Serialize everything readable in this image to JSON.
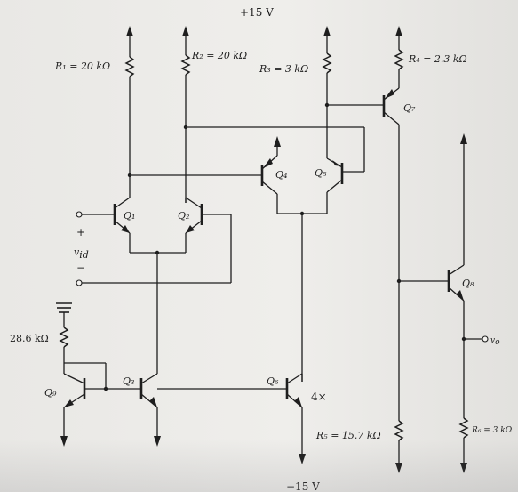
{
  "supplies": {
    "positive": "+15 V",
    "negative": "−15 V"
  },
  "resistors": {
    "r1": "R₁ = 20 kΩ",
    "r2": "R₂ = 20 kΩ",
    "r3": "R₃ = 3 kΩ",
    "r4": "R₄ = 2.3 kΩ",
    "r5": "R₅ = 15.7 kΩ",
    "r6": "R₆ = 3 kΩ",
    "ref": "28.6 kΩ"
  },
  "transistors": {
    "q1": "Q₁",
    "q2": "Q₂",
    "q3": "Q₃",
    "q4": "Q₄",
    "q5": "Q₅",
    "q6": "Q₆",
    "q7": "Q₇",
    "q8": "Q₈",
    "q9": "Q₉"
  },
  "labels": {
    "q6_scale": "4×",
    "input_plus": "+",
    "input_minus": "−",
    "input_voltage": "v",
    "input_voltage_sub": "id",
    "output": "v",
    "output_sub": "o"
  }
}
